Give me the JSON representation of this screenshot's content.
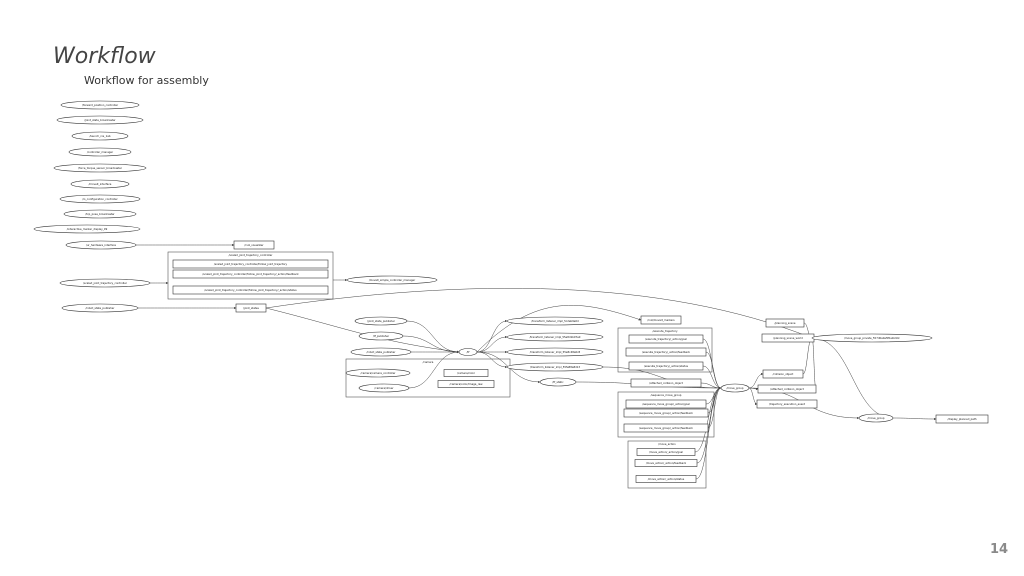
{
  "slide": {
    "title": "Workflow",
    "subtitle": "Workflow for assembly",
    "page_number": "14"
  },
  "nodes": [
    {
      "id": "n_fwd_pos",
      "label": "/forward_position_controller"
    },
    {
      "id": "n_jst_bcast1",
      "label": "/joint_state_broadcaster"
    },
    {
      "id": "n_launch",
      "label": "/launch_ros_1ab"
    },
    {
      "id": "n_ctrl_mgr",
      "label": "/controller_manager"
    },
    {
      "id": "n_fts",
      "label": "/force_torque_sensor_broadcaster"
    },
    {
      "id": "n_moveit_if",
      "label": "/moveit_interface"
    },
    {
      "id": "n_io_cfg",
      "label": "/io_configuration_controller"
    },
    {
      "id": "n_tcp_pose",
      "label": "/tcp_pose_broadcaster"
    },
    {
      "id": "n_imd",
      "label": "/interactive_marker_display_99"
    },
    {
      "id": "n_ur_cmd",
      "label": "/ur_hardware_interface"
    },
    {
      "id": "n_rviz_sub",
      "label": "/rviz_visualizer"
    },
    {
      "id": "n_sjtc",
      "label": "/scaled_joint_trajectory_controller"
    },
    {
      "id": "n_robot_state_pub",
      "label": "/robot_state_publisher"
    },
    {
      "id": "n_joint_states",
      "label": "/joint_states"
    },
    {
      "id": "n_moveit_ctrl",
      "label": "/moveit_simple_controller_manager"
    },
    {
      "id": "n_jst_pub",
      "label": "/joint_state_publisher"
    },
    {
      "id": "n_tf_pub",
      "label": "/tf_publisher"
    },
    {
      "id": "n_static_pub",
      "label": "/robot_state_publisher"
    },
    {
      "id": "n_tf",
      "label": "/tf"
    },
    {
      "id": "n_cs1",
      "label": "/transform_listener_impl_5c2eb9e0d"
    },
    {
      "id": "n_cs2",
      "label": "/transform_listener_impl_55e8d1b07a0"
    },
    {
      "id": "n_cs3",
      "label": "/transform_listener_impl_55e8c48a0c8"
    },
    {
      "id": "n_cs4",
      "label": "/transform_listener_impl_55fe88a8d13"
    },
    {
      "id": "n_tf_static",
      "label": "/tf_static"
    },
    {
      "id": "n_cam_ctrl",
      "label": "/camera/camera_controller"
    },
    {
      "id": "n_cam_driver",
      "label": "/camera/driver"
    },
    {
      "id": "n_cam_color",
      "label": "/camera/color/image_raw"
    },
    {
      "id": "n_cam_depth",
      "label": "/camera/color"
    },
    {
      "id": "n_markers",
      "label": "/rviz/moveit_markers"
    },
    {
      "id": "n_exec_traj",
      "label": "/execute_trajectory/_action/goal"
    },
    {
      "id": "n_exec_traj_fb",
      "label": "/execute_trajectory/_action/feedback"
    },
    {
      "id": "n_exec_traj_st",
      "label": "/execute_trajectory/_action/status"
    },
    {
      "id": "n_attached",
      "label": "/attached_collision_object"
    },
    {
      "id": "n_move_group_node",
      "label": "/move_group"
    },
    {
      "id": "n_seq_goal",
      "label": "/sequence_move_group/_action/goal"
    },
    {
      "id": "n_seq_fb",
      "label": "/sequence_move_group/_action/feedback"
    },
    {
      "id": "n_seq_st",
      "label": "/sequence_move_group/_action/feedback"
    },
    {
      "id": "n_mv_goal",
      "label": "/move_action/_action/goal"
    },
    {
      "id": "n_mv_fb",
      "label": "/move_action/_action/feedback"
    },
    {
      "id": "n_mv_st",
      "label": "/move_action/_action/status"
    },
    {
      "id": "n_planning_scene",
      "label": "/planning_scene"
    },
    {
      "id": "n_planning_world",
      "label": "/planning_scene_world"
    },
    {
      "id": "n_mg_private",
      "label": "/move_group_private_557d0a0ef95a1b9dc"
    },
    {
      "id": "n_collision_obj",
      "label": "/collision_object"
    },
    {
      "id": "n_attached2",
      "label": "/attached_collision_object"
    },
    {
      "id": "n_traj_exec",
      "label": "/trajectory_execution_event"
    },
    {
      "id": "n_move_group",
      "label": "/move_group"
    },
    {
      "id": "n_display_path",
      "label": "/display_planned_path"
    }
  ],
  "clusters": [
    {
      "id": "c_sjtc",
      "label": "/scaled_joint_trajectory_controller",
      "rows": [
        "/scaled_joint_trajectory_controller/follow_joint_trajectory",
        "/scaled_joint_trajectory_controller/follow_joint_trajectory/_action/feedback",
        "/scaled_joint_trajectory_controller/follow_joint_trajectory/_action/status"
      ]
    },
    {
      "id": "c_camera",
      "label": "/camera"
    },
    {
      "id": "c_exec",
      "label": "/execute_trajectory"
    },
    {
      "id": "c_seq",
      "label": "/sequence_move_group"
    },
    {
      "id": "c_move",
      "label": "/move_action"
    }
  ]
}
